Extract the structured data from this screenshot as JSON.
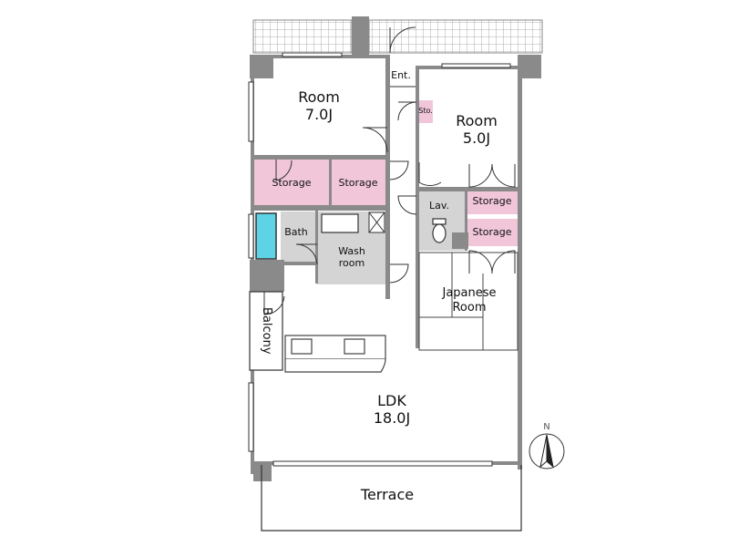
{
  "colors": {
    "wall": "#8a8a8a",
    "storage": "#f0c6d8",
    "wet_area": "#d4d4d4",
    "bathtub": "#5fd3e6",
    "balcony_grid": "#999999",
    "compass": "#222222"
  },
  "rooms": {
    "room_west": {
      "name": "Room",
      "size": "7.0J"
    },
    "room_east": {
      "name": "Room",
      "size": "5.0J"
    },
    "entrance": "Ent.",
    "storage_small": "Sto.",
    "storage_1": "Storage",
    "storage_2": "Storage",
    "storage_3": "Storage",
    "storage_4": "Storage",
    "bath": "Bath",
    "wash_room": {
      "line1": "Wash",
      "line2": "room"
    },
    "lavatory": "Lav.",
    "japanese_room": {
      "line1": "Japanese",
      "line2": "Room"
    },
    "balcony": "Balcony",
    "ldk": {
      "name": "LDK",
      "size": "18.0J"
    },
    "terrace": "Terrace"
  },
  "compass": {
    "label": "N"
  }
}
